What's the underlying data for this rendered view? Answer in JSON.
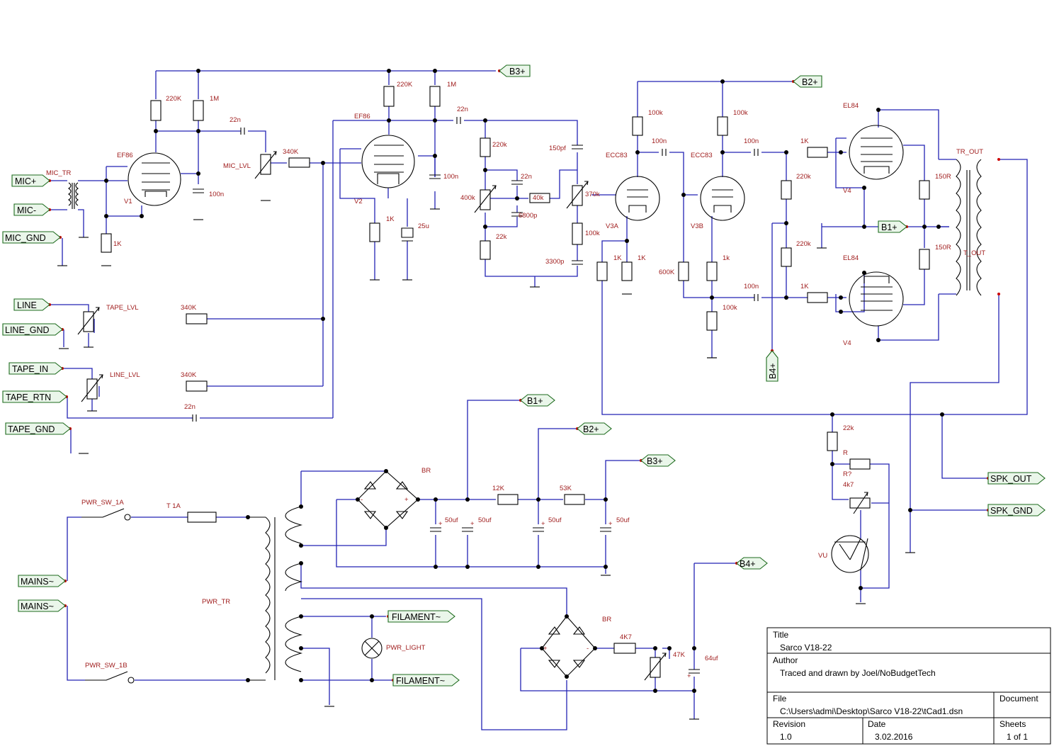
{
  "ports": {
    "mic_plus": "MIC+",
    "mic_minus": "MIC-",
    "mic_gnd": "MIC_GND",
    "line": "LINE",
    "line_gnd": "LINE_GND",
    "tape_in": "TAPE_IN",
    "tape_rtn": "TAPE_RTN",
    "tape_gnd": "TAPE_GND",
    "b3_a": "B3+",
    "b2_a": "B2+",
    "b1_a": "B1+",
    "b4_v": "B4+",
    "b1_p": "B1+",
    "b2_p": "B2+",
    "b3_p": "B3+",
    "b4_p": "B4+",
    "spk_out": "SPK_OUT",
    "spk_gnd": "SPK_GND",
    "mains1": "MAINS~",
    "mains2": "MAINS~",
    "fil1": "FILAMENT~",
    "fil2": "FILAMENT~"
  },
  "labels": {
    "mic_tr": "MIC_TR",
    "ef86_1": "EF86",
    "v1": "V1",
    "r220k_1": "220K",
    "r1m_1": "1M",
    "c22n_1": "22n",
    "c100n_1": "100n",
    "r1k_1": "1K",
    "mic_lvl": "MIC_LVL",
    "r340k_1": "340K",
    "ef86_2": "EF86",
    "v2": "V2",
    "r220k_2": "220K",
    "r1m_2": "1M",
    "c22n_2": "22n",
    "c100n_2": "100n",
    "r1k_2": "1K",
    "c25u": "25u",
    "r220k_3": "220k",
    "c22n_3": "22n",
    "p400k": "400k",
    "r40k": "40k",
    "c6800p": "6800p",
    "r22k": "22k",
    "c150pf": "150pf",
    "p370k": "370k",
    "r100k_1": "100k",
    "c3300p": "3300p",
    "ecc83_a": "ECC83",
    "v3a": "V3A",
    "r100k_2": "100k",
    "c100n_3": "100n",
    "r1k_3": "1K",
    "r1k_4": "1K",
    "ecc83_b": "ECC83",
    "v3b": "V3B",
    "r100k_3": "100k",
    "r600k": "600K",
    "r1k_5": "1k",
    "r100k_4": "100k",
    "c100n_4": "100n",
    "c100n_5": "100n",
    "r1k_6": "1K",
    "r1k_7": "1K",
    "r220k_4": "220k",
    "r220k_5": "220k",
    "el84_a": "EL84",
    "el84_b": "EL84",
    "v4_a": "V4",
    "v4_b": "V4",
    "r150r_1": "150R",
    "r150r_2": "150R",
    "tr_out": "TR_OUT",
    "t_out": "T_OUT",
    "tape_lvl": "TAPE_LVL",
    "r340k_2": "340K",
    "line_lvl": "LINE_LVL",
    "r340k_3": "340K",
    "c22n_4": "22n",
    "br1": "BR",
    "r12k": "12K",
    "r53k": "53K",
    "c50uf_1": "50uf",
    "c50uf_2": "50uf",
    "c50uf_3": "50uf",
    "c50uf_4": "50uf",
    "pwr_sw_1a": "PWR_SW_1A",
    "fuse": "T 1A",
    "pwr_tr": "PWR_TR",
    "pwr_sw_1b": "PWR_SW_1B",
    "pwr_light": "PWR_LIGHT",
    "br2": "BR",
    "r4k7_1": "4K7",
    "p47k": "47K",
    "c64uf": "64uf",
    "r22k_2": "22k",
    "r_r": "R",
    "r_q": "R?",
    "p4k7": "4k7",
    "vu": "VU"
  },
  "title_block": {
    "title_h": "Title",
    "title_v": "Sarco V18-22",
    "author_h": "Author",
    "author_v": "Traced and drawn by Joel/NoBudgetTech",
    "file_h": "File",
    "file_v": "C:\\Users\\admi\\Desktop\\Sarco V18-22\\tCad1.dsn",
    "doc_h": "Document",
    "rev_h": "Revision",
    "rev_v": "1.0",
    "date_h": "Date",
    "date_v": "3.02.2016",
    "sheets_h": "Sheets",
    "sheets_v": "1 of 1"
  }
}
